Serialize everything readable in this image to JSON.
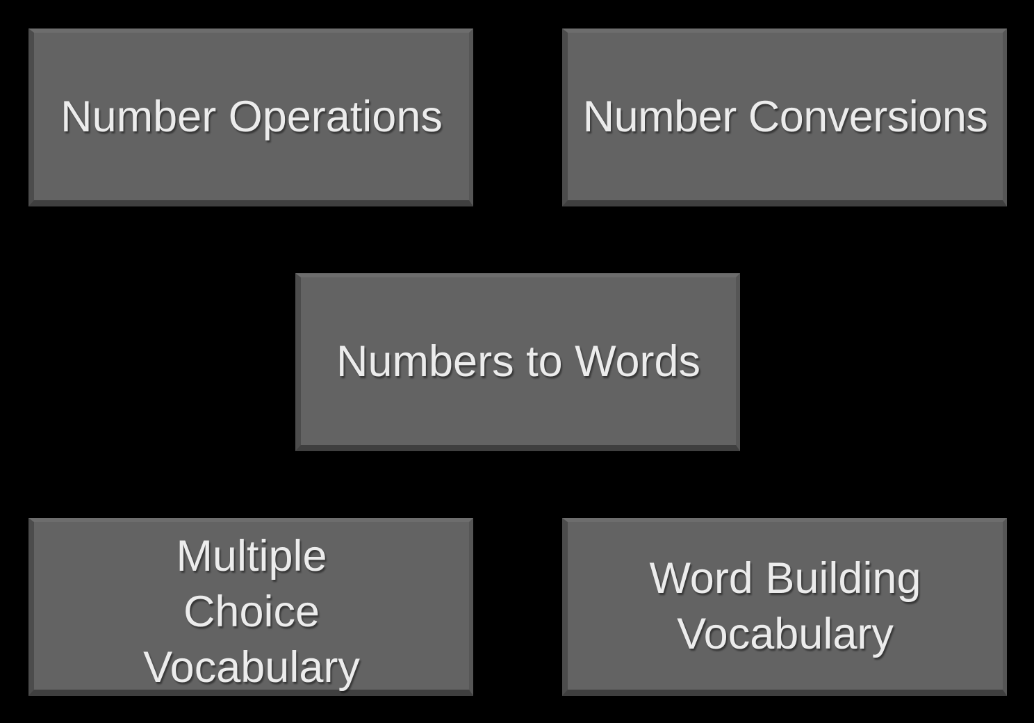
{
  "menu": {
    "buttons": [
      {
        "label": "Number Operations"
      },
      {
        "label": "Number Conversions"
      },
      {
        "label": "Numbers to Words"
      },
      {
        "label": "Multiple\nChoice\nVocabulary"
      },
      {
        "label": "Word Building\nVocabulary"
      }
    ]
  },
  "colors": {
    "background": "#000000",
    "button_face": "#636363",
    "button_text": "#ececec"
  }
}
